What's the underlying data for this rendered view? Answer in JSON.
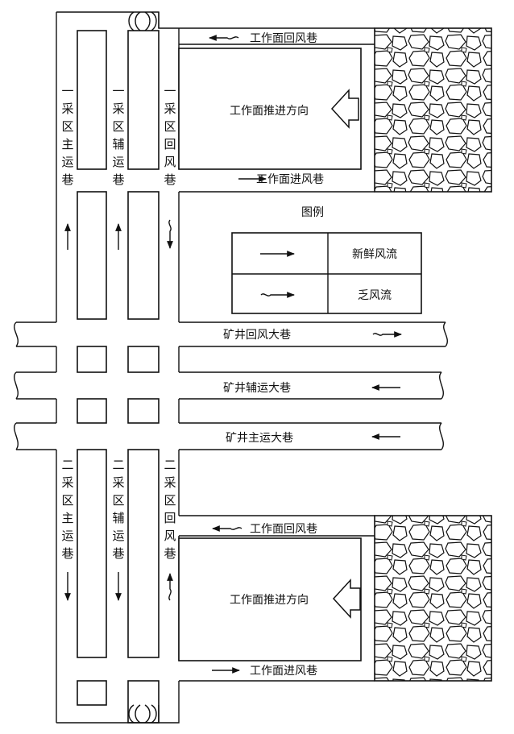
{
  "labels": {
    "zone1_main": "一采区主运巷",
    "zone1_aux": "一采区辅运巷",
    "zone1_return": "一采区回风巷",
    "zone2_main": "二采区主运巷",
    "zone2_aux": "二采区辅运巷",
    "zone2_return": "二采区回风巷",
    "face_return": "工作面回风巷",
    "face_intake": "工作面进风巷",
    "face_direction": "工作面推进方向",
    "mine_return": "矿井回风大巷",
    "mine_aux": "矿井辅运大巷",
    "mine_main": "矿井主运大巷"
  },
  "legend": {
    "title": "图例",
    "fresh": "新鲜风流",
    "stale": "乏风流"
  }
}
